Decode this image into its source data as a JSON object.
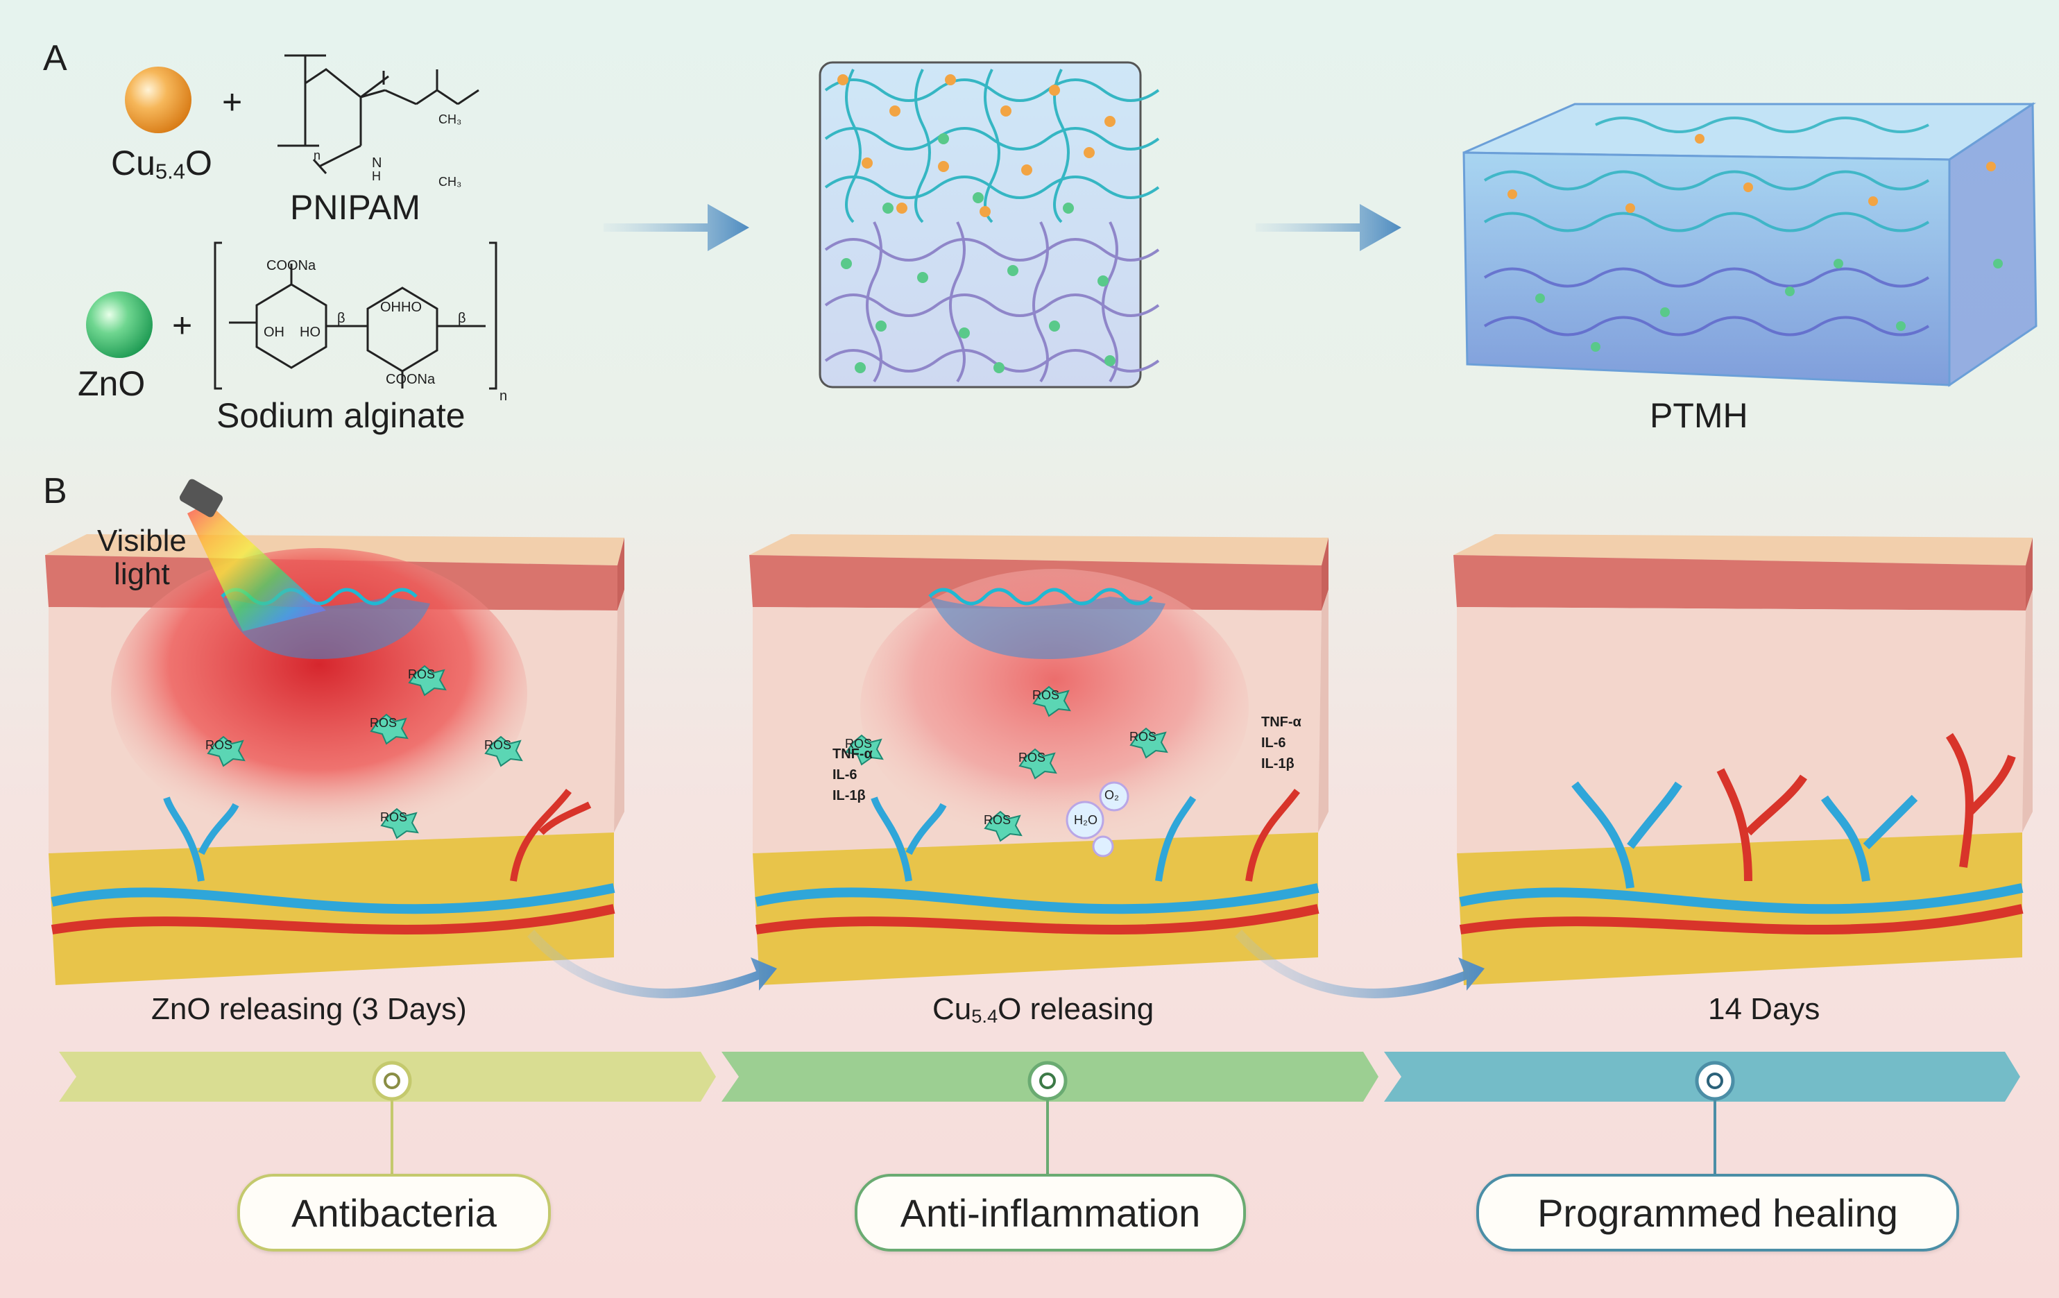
{
  "panels": {
    "a_label": "A",
    "b_label": "B"
  },
  "panel_a": {
    "cu_label_main": "Cu",
    "cu_label_sub": "5.4",
    "cu_label_end": "O",
    "pnipam_label": "PNIPAM",
    "zno_label": "ZnO",
    "alginate_label": "Sodium alginate",
    "ptmh_label": "PTMH",
    "plus": "+",
    "chem": {
      "ch3_top": "CH₃",
      "ch3_bot": "CH₃",
      "nh": "H",
      "n_letter": "N",
      "n_sub": "n",
      "coona_top": "COONa",
      "coona_bot": "COONa",
      "h": "H",
      "oh": "OH",
      "ho": "HO",
      "ohho": "OHHO",
      "beta": "β",
      "o": "O"
    }
  },
  "panel_b": {
    "visible_light": [
      "Visible",
      "light"
    ],
    "ros": "ROS",
    "cytokines": [
      "TNF-α",
      "IL-6",
      "IL-1β"
    ],
    "o2": "O₂",
    "h2o": "H₂O",
    "stage1_caption": "ZnO releasing (3 Days)",
    "stage2_caption_main": "Cu",
    "stage2_caption_sub": "5.4",
    "stage2_caption_end": "O releasing",
    "stage3_caption": "14 Days",
    "pill1": "Antibacteria",
    "pill2": "Anti-inflammation",
    "pill3": "Programmed healing"
  },
  "colors": {
    "cu_particle": "#f2a443",
    "zno_particle": "#59c98a",
    "arrow1": "#d9dd92",
    "arrow2": "#9ccf92",
    "arrow3": "#74bcc8",
    "skin_top": "#f0c9a6",
    "dermis": "#f3d6cc",
    "fat": "#e8c44a",
    "vessel_red": "#d8342a",
    "vessel_blue": "#2fa6d9"
  }
}
